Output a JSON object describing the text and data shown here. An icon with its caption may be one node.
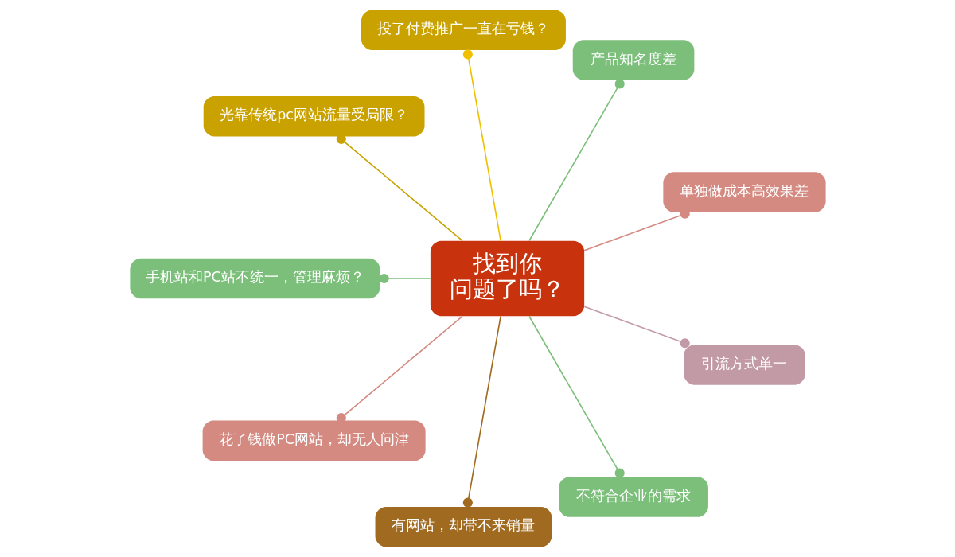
{
  "diagram": {
    "nodes": [
      {
        "text": [
          "找到你",
          "问题了吗？"
        ]
      },
      {
        "text": [
          "单独做成本高效果差"
        ]
      },
      {
        "text": [
          "产品知名度差"
        ]
      },
      {
        "text": [
          "投了付费推广一直在亏钱？"
        ]
      },
      {
        "text": [
          "光靠传统pc网站流量受局限？"
        ]
      },
      {
        "text": [
          "手机站和PC站不统一，管理麻烦？"
        ]
      },
      {
        "text": [
          "花了钱做PC网站，却无人问津"
        ]
      },
      {
        "text": [
          "有网站，却带不来销量"
        ]
      },
      {
        "text": [
          "不符合企业的需求"
        ]
      },
      {
        "text": [
          "引流方式单一"
        ]
      }
    ],
    "edges": [
      {
        "from": 0,
        "to": 1,
        "arrow": "other",
        "color": "#d48a80"
      },
      {
        "from": 0,
        "to": 2,
        "arrow": "other",
        "color": "#7bbf7a"
      },
      {
        "from": 0,
        "to": 3,
        "arrow": "other",
        "color": "#f0c000"
      },
      {
        "from": 0,
        "to": 4,
        "arrow": "other",
        "color": "#c9a200"
      },
      {
        "from": 0,
        "to": 5,
        "arrow": "other",
        "color": "#7bbf7a"
      },
      {
        "from": 0,
        "to": 6,
        "arrow": "other",
        "color": "#d48a80"
      },
      {
        "from": 0,
        "to": 7,
        "arrow": "other",
        "color": "#a06a20"
      },
      {
        "from": 0,
        "to": 8,
        "arrow": "other",
        "color": "#7bbf7a"
      },
      {
        "from": 0,
        "to": 9,
        "arrow": "other",
        "color": "#c29aa6"
      }
    ]
  }
}
